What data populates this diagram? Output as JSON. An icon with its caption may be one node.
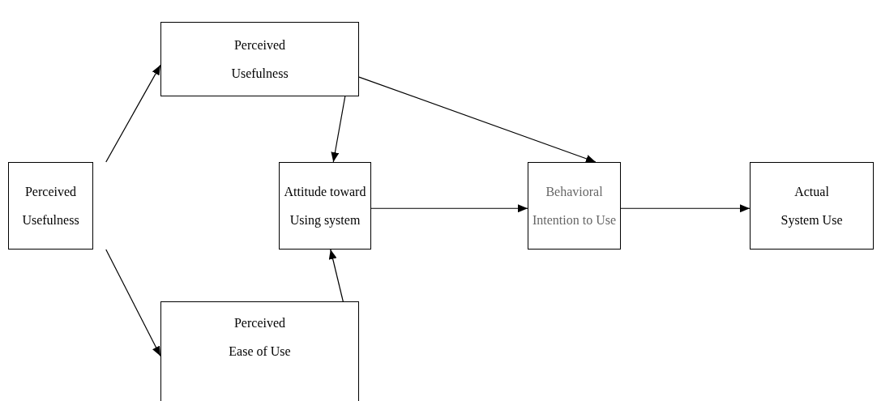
{
  "diagram": {
    "nodes": [
      {
        "text": [
          "Perceived Usefulness"
        ]
      },
      {
        "text": [
          "Perceived Usefulness"
        ]
      },
      {
        "text": [
          "Attitude toward Using system"
        ]
      },
      {
        "text": [
          "Behavioral Intention to Use"
        ]
      },
      {
        "text": [
          "Actual System Use"
        ]
      },
      {
        "text": [
          "Perceived Ease of Use"
        ]
      }
    ],
    "edges": [
      {
        "from": 0,
        "to": 1,
        "arrow": "to"
      },
      {
        "from": 0,
        "to": 5,
        "arrow": "to"
      },
      {
        "from": 1,
        "to": 2,
        "arrow": "to"
      },
      {
        "from": 1,
        "to": 3,
        "arrow": "to"
      },
      {
        "from": 2,
        "to": 3,
        "arrow": "to"
      },
      {
        "from": 3,
        "to": 4,
        "arrow": "to"
      },
      {
        "from": 5,
        "to": 2,
        "arrow": "to"
      }
    ]
  }
}
